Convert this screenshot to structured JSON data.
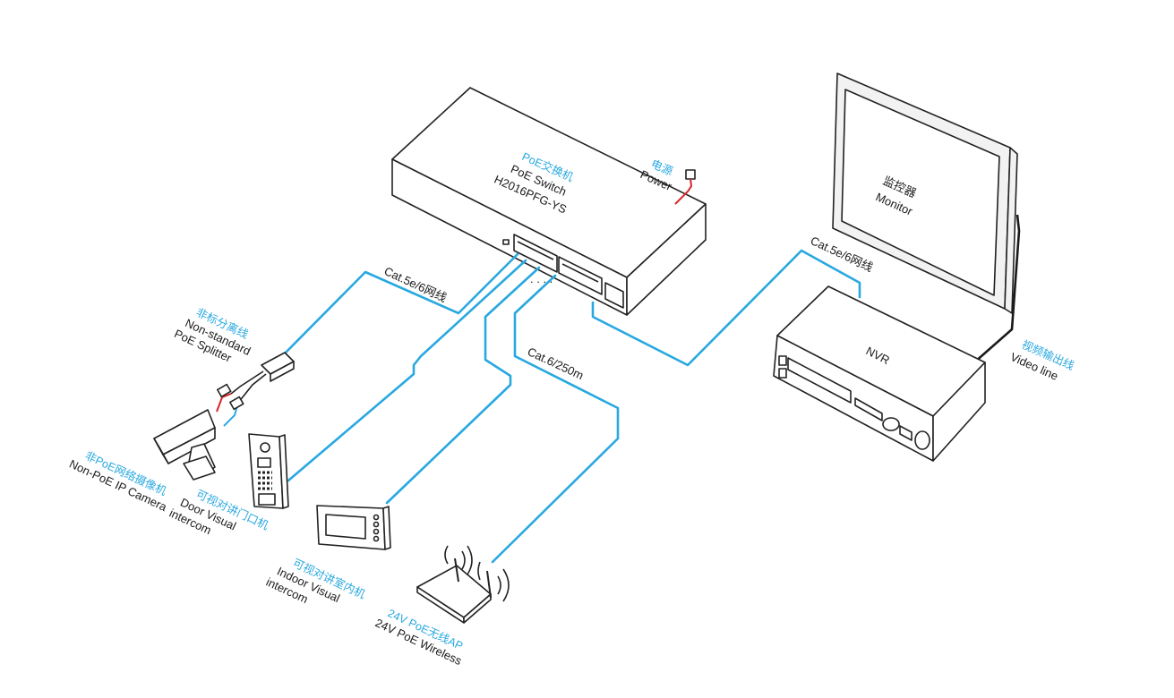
{
  "switch": {
    "label_cn": "PoE交换机",
    "label_en": "PoE Switch",
    "model": "H2016PFG-YS"
  },
  "power": {
    "label_cn": "电源",
    "label_en": "Power"
  },
  "monitor": {
    "label_cn": "监控器",
    "label_en": "Monitor"
  },
  "nvr": {
    "label": "NVR"
  },
  "video_line": {
    "label_cn": "视频输出线",
    "label_en": "Video line"
  },
  "cable_left": {
    "label": "Cat.5e/6网线"
  },
  "cable_right": {
    "label": "Cat.5e/6网线"
  },
  "cable_ap": {
    "label": "Cat.6/250m"
  },
  "splitter": {
    "label_cn": "非标分离线",
    "label_en_1": "Non-standard",
    "label_en_2": "PoE Splitter"
  },
  "camera": {
    "label_cn": "非PoE网络摄像机",
    "label_en": "Non-PoE IP Camera"
  },
  "door_intercom": {
    "label_cn": "可视对讲门口机",
    "label_en_1": "Door Visual",
    "label_en_2": "intercom"
  },
  "indoor_intercom": {
    "label_cn": "可视对讲室内机",
    "label_en_1": "Indoor Visual",
    "label_en_2": "intercom"
  },
  "wireless_ap": {
    "label_cn": "24V PoE无线AP",
    "label_en": "24V PoE Wireless"
  },
  "colors": {
    "cable": "#29a8e0",
    "power_cable": "#d8252a",
    "outline": "#222222"
  }
}
